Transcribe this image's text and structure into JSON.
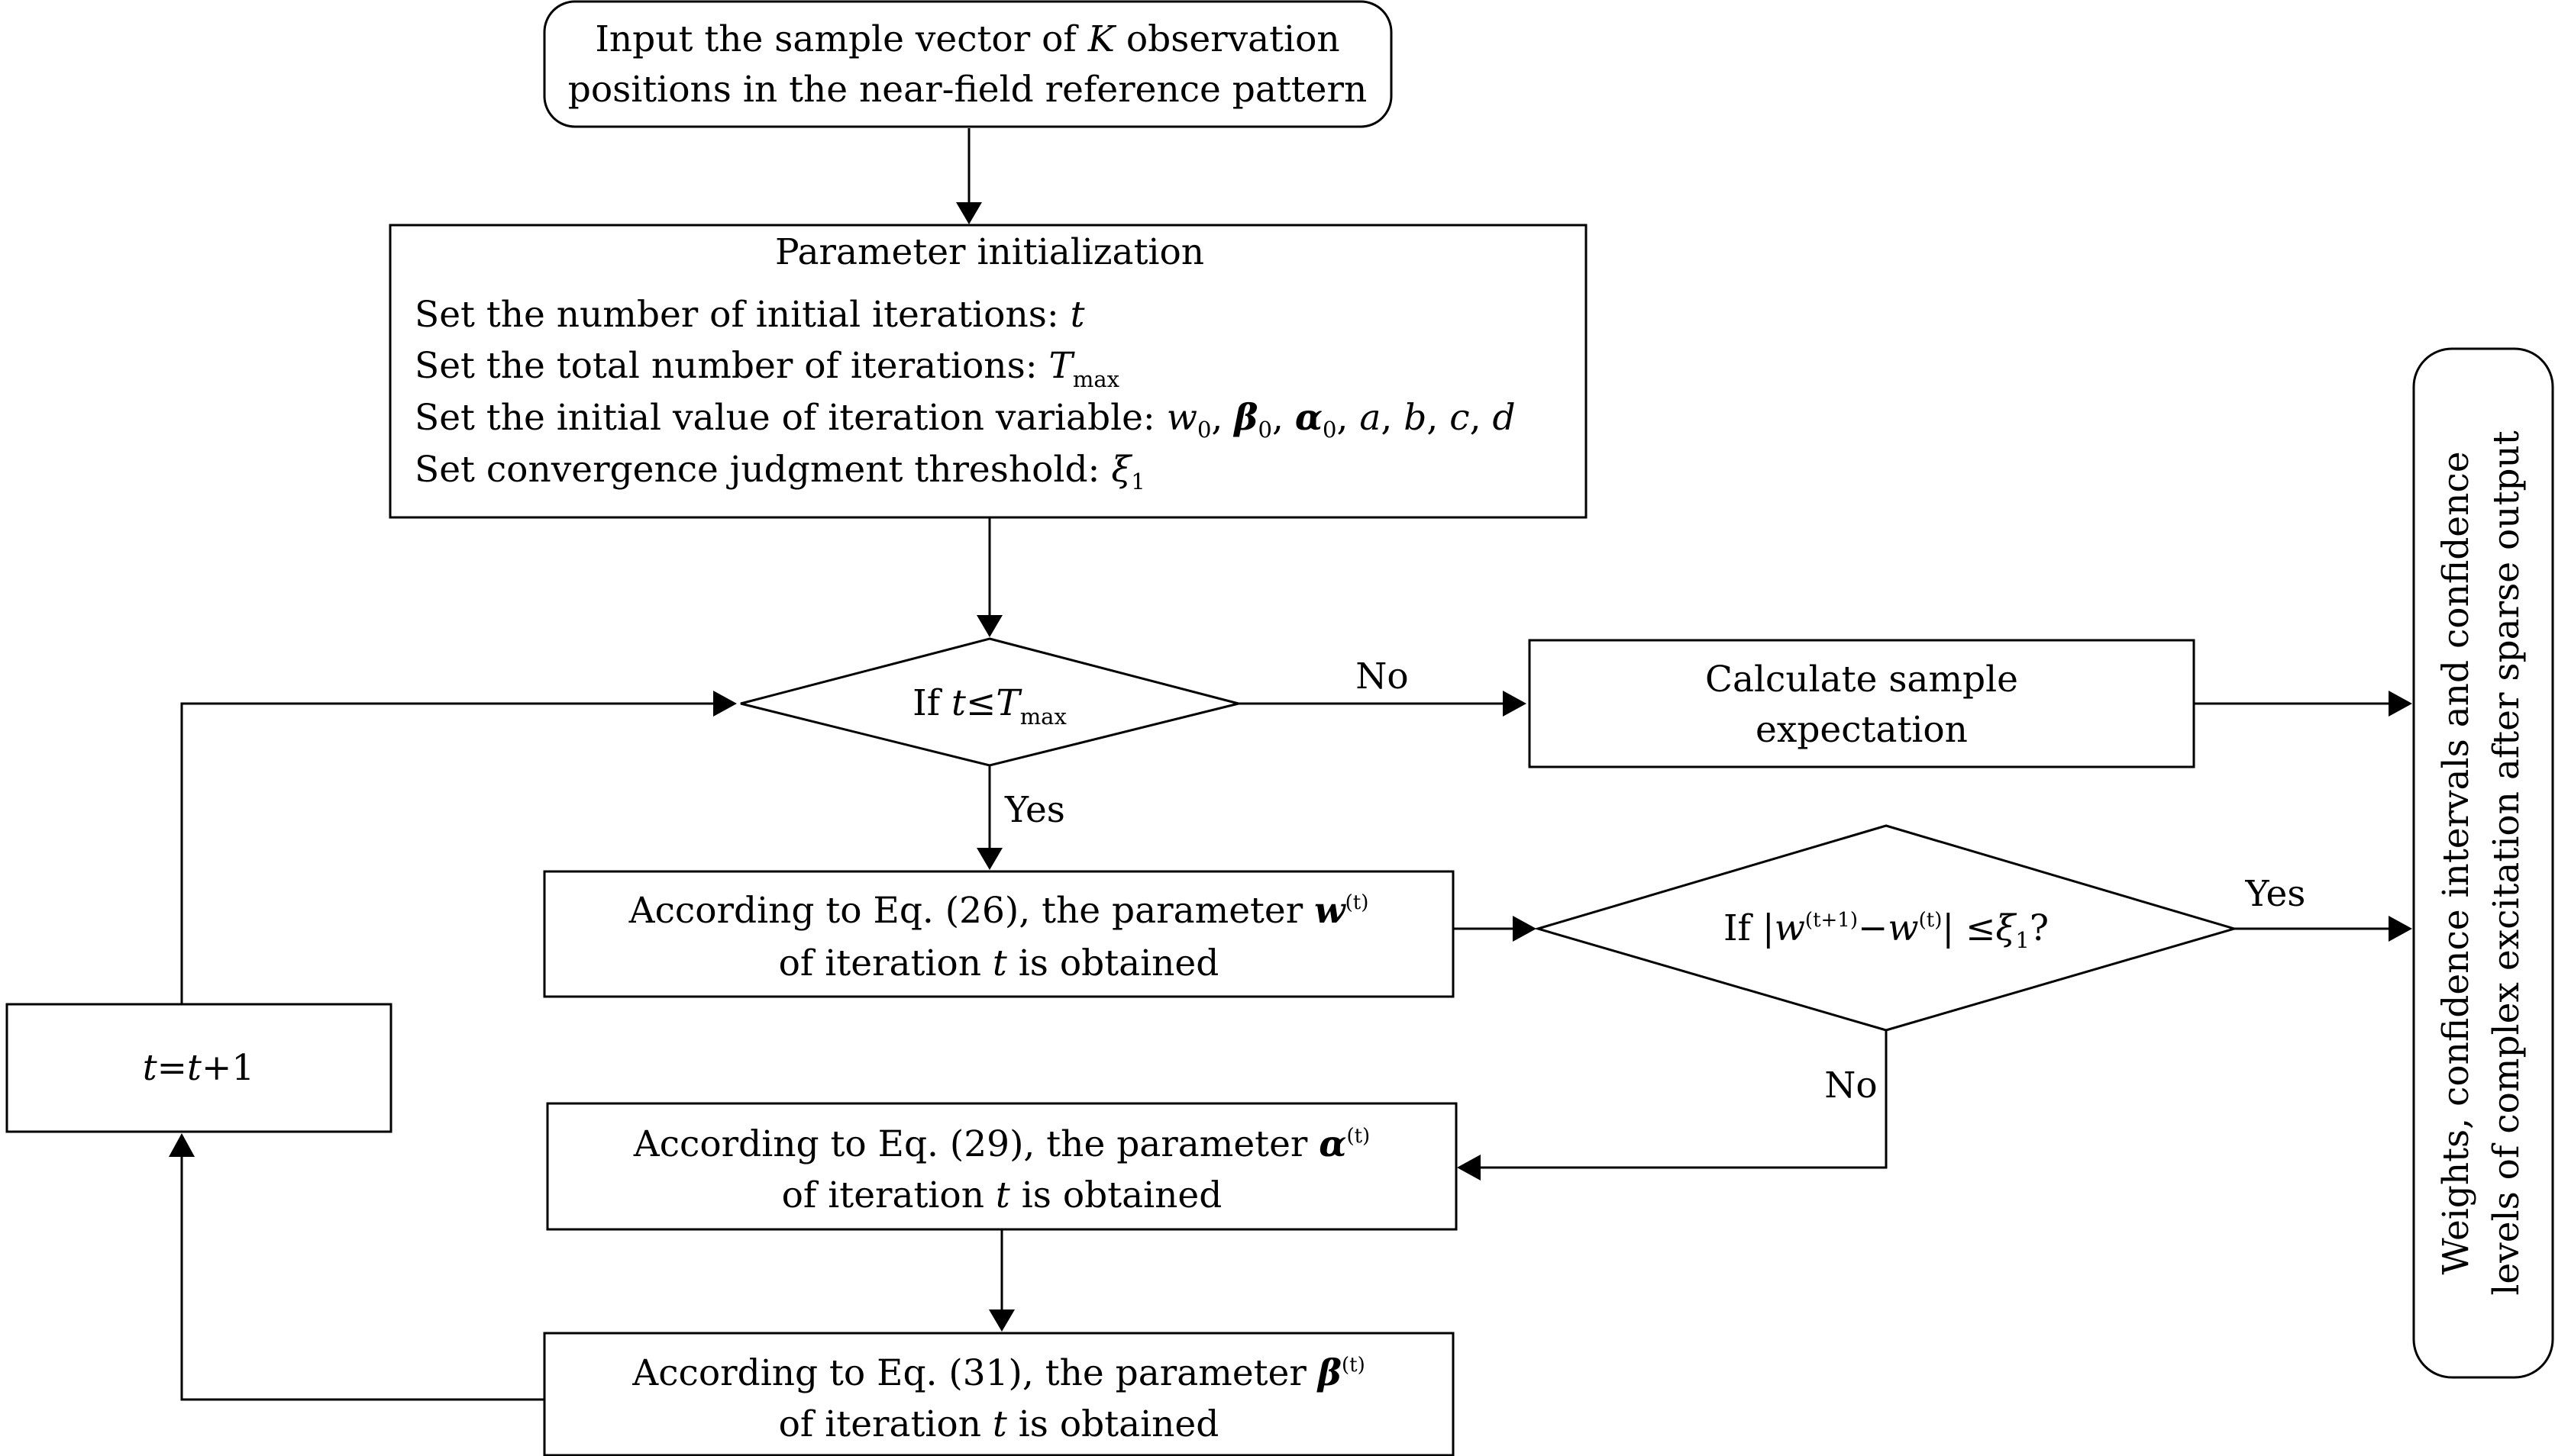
{
  "nodes": {
    "input": {
      "line1": {
        "a": "Input the sample vector of ",
        "b": "K",
        "c": " observation"
      },
      "line2": "positions in the near-field reference pattern"
    },
    "init": {
      "title": "Parameter initialization",
      "line1": {
        "text": "Set the number of initial iterations: ",
        "var": "t"
      },
      "line2": {
        "text": "Set the total number of iterations: ",
        "var": "T",
        "sub": "max"
      },
      "line3": {
        "text": "Set the initial value of iteration variable: ",
        "w": "w",
        "w_sub": "0",
        "sep1": ", ",
        "beta": "β",
        "beta_sub": "0",
        "sep2": ", ",
        "alpha": "α",
        "alpha_sub": "0",
        "sep3": ", ",
        "a": "a",
        "sep4": ", ",
        "b": "b",
        "sep5": ", ",
        "c": "c",
        "sep6": ", ",
        "d": "d"
      },
      "line4": {
        "text": "Set convergence judgment threshold: ",
        "var": "ξ",
        "sub": "1"
      }
    },
    "cond1": {
      "pre": "If ",
      "t": "t",
      "le": "≤",
      "T": "T",
      "sub": "max"
    },
    "expect": {
      "line1": "Calculate sample",
      "line2": "expectation"
    },
    "step_w": {
      "line1": {
        "text": "According to Eq. (26), the parameter ",
        "var": "w",
        "sup": "(t)"
      },
      "line2": {
        "a": "of iteration ",
        "t": "t",
        "b": " is obtained"
      }
    },
    "cond2": {
      "pre": "If |",
      "w1": "w",
      "sup1": "(t+1)",
      "minus": "−",
      "w2": "w",
      "sup2": "(t)",
      "post": "| ≤",
      "xi": "ξ",
      "sub": "1",
      "q": "?"
    },
    "step_alpha": {
      "line1": {
        "text": "According to Eq. (29), the parameter ",
        "var": "α",
        "sup": "(t)"
      },
      "line2": {
        "a": "of iteration ",
        "t": "t",
        "b": " is obtained"
      }
    },
    "step_beta": {
      "line1": {
        "text": "According to Eq. (31), the parameter ",
        "var": "β",
        "sup": "(t)"
      },
      "line2": {
        "a": "of iteration ",
        "t": "t",
        "b": " is obtained"
      }
    },
    "incr": {
      "t1": "t",
      "eq": "=",
      "t2": "t",
      "plus": "+1"
    },
    "output": {
      "line1": "Weights, confidence intervals and confidence",
      "line2": "levels of complex excitation after sparse output"
    }
  },
  "edge_labels": {
    "cond1_no": "No",
    "cond1_yes": "Yes",
    "cond2_yes": "Yes",
    "cond2_no": "No"
  }
}
